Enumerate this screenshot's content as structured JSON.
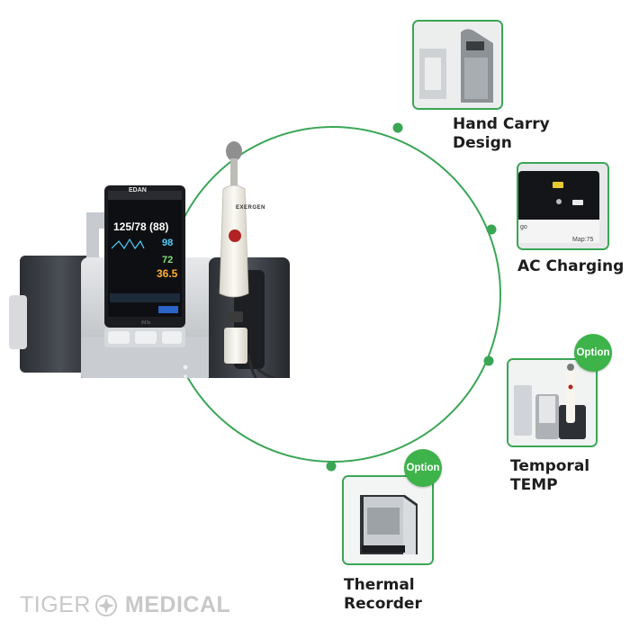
{
  "colors": {
    "accent_green": "#3aa655",
    "option_green": "#3db34a",
    "label_text": "#1d1d1d",
    "brand_gray": "#c8c8c8"
  },
  "features": [
    {
      "label": "Hand Carry\nDesign",
      "icon": "handle-photo"
    },
    {
      "label": "AC Charging",
      "icon": "charging-screen-photo"
    },
    {
      "label": "Temporal\nTEMP",
      "icon": "thermometer-cradle-photo",
      "badge": "Option"
    },
    {
      "label": "Thermal\nRecorder",
      "icon": "printer-photo",
      "badge": "Option"
    }
  ],
  "device": {
    "monitor_brand": "EDAN",
    "monitor_model": "iM3s",
    "nibp_value": "125/78 (88)",
    "spo2_value": "98",
    "pr_value": "72",
    "temp_value": "36.5",
    "thermometer_brand": "EXERGEN"
  },
  "brand": {
    "part1": "TIGER",
    "part2": "MEDICAL"
  }
}
